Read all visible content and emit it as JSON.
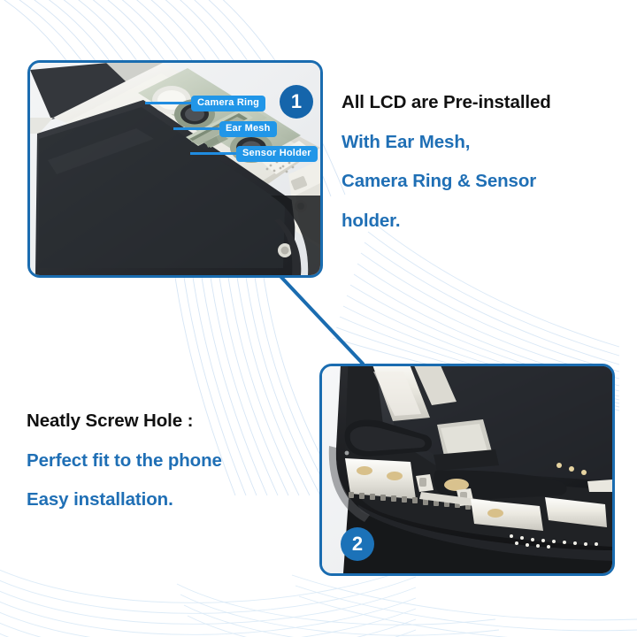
{
  "page": {
    "background_color": "#ffffff",
    "accent_blue": "#1a6cb0",
    "chip_blue": "#2196e8",
    "text_blue": "#1f6fb5",
    "text_black": "#111111"
  },
  "panels": [
    {
      "id": "panel-1",
      "step_number": "1",
      "alt": "close-up photo of iPhone LCD top edge showing pre-installed camera ring, ear mesh and sensor holder",
      "callouts": [
        {
          "id": "callout-camera-ring",
          "label": "Camera Ring"
        },
        {
          "id": "callout-ear-mesh",
          "label": "Ear Mesh"
        },
        {
          "id": "callout-sensor-holder",
          "label": "Sensor Holder"
        }
      ]
    },
    {
      "id": "panel-2",
      "step_number": "2",
      "alt": "close-up photo of iPhone LCD frame bottom edge showing neatly aligned screw holes"
    }
  ],
  "text_blocks": {
    "top": {
      "headline": "All LCD are Pre-installed",
      "line_2": "With Ear Mesh,",
      "line_3": "Camera Ring & Sensor",
      "line_4": "holder."
    },
    "bottom": {
      "headline": "Neatly Screw Hole :",
      "line_2": "Perfect fit to the phone",
      "line_3": "Easy installation."
    }
  }
}
